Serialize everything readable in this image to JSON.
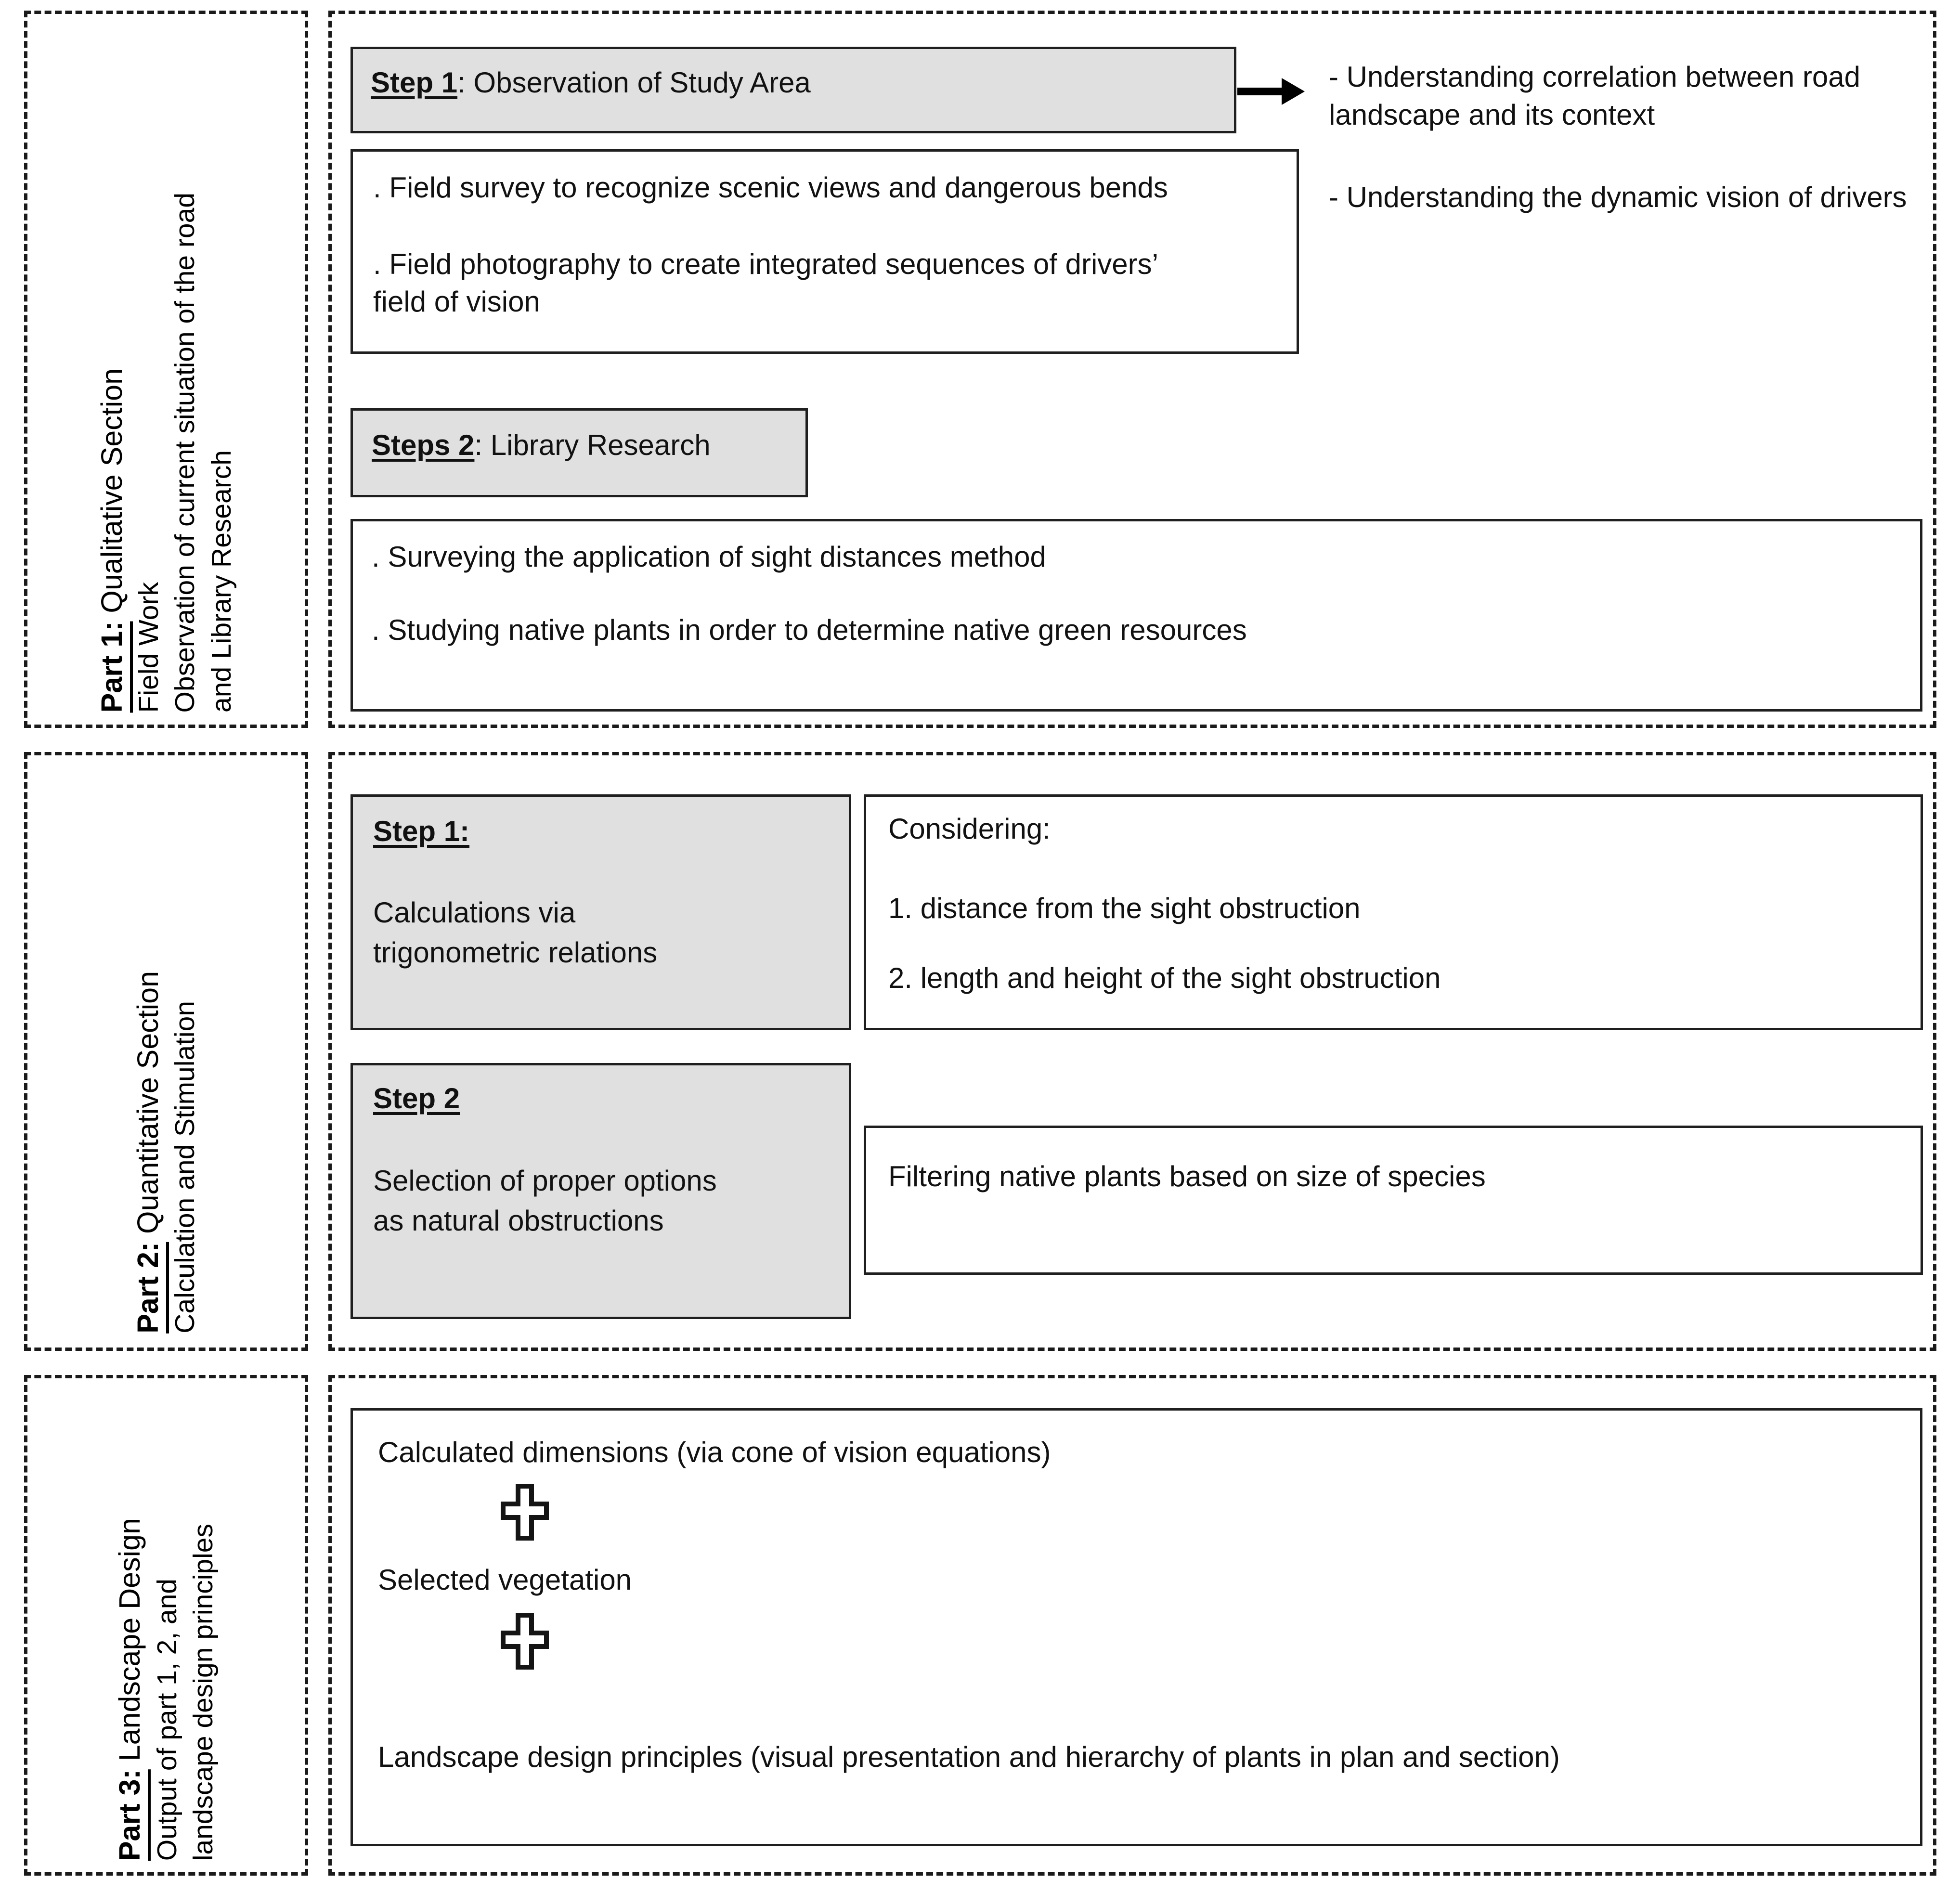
{
  "diagram": {
    "title_present": false,
    "parts": [
      {
        "id": "part-1",
        "label_main_bold": "Part 1:",
        "label_main_rest": " Qualitative Section",
        "label_sub_line1": "Field Work",
        "label_sub_line2": "Observation of current situation of the road",
        "label_sub_line3": "and Library Research",
        "steps": [
          {
            "header_bold": "Step 1",
            "header_rest": ": Observation of Study Area",
            "body_lines": [
              ". Field survey to recognize scenic views and dangerous bends",
              ". Field photography to create integrated sequences of drivers’ field of vision"
            ]
          },
          {
            "header_bold": "Steps 2",
            "header_rest": ": Library Research",
            "body_lines": [
              ". Surveying the application of sight distances method",
              ". Studying native plants in order to determine native green resources"
            ]
          }
        ],
        "outcomes": [
          "- Understanding correlation between road landscape and its context",
          "- Understanding the dynamic vision of drivers"
        ],
        "arrow_icon": "right-arrow-icon"
      },
      {
        "id": "part-2",
        "label_main_bold": "Part 2:",
        "label_main_rest": " Quantitative Section",
        "label_sub_line1": "Calculation and Stimulation",
        "steps": [
          {
            "header_bold": "Step 1:",
            "header_rest": "",
            "body_text": "Calculations via\ntrigonometric relations",
            "side_box": {
              "intro": "Considering:",
              "items": [
                "1. distance from the sight obstruction",
                "2. length and height of the sight obstruction"
              ]
            }
          },
          {
            "header_bold": "Step 2",
            "header_rest": "",
            "body_text": "Selection of proper options\nas natural obstructions",
            "side_box": {
              "intro": "",
              "items": [
                "Filtering native plants based on size of species"
              ]
            }
          }
        ]
      },
      {
        "id": "part-3",
        "label_main_bold": "Part 3:",
        "label_main_rest": " Landscape Design",
        "label_sub_line1": "Output of part 1, 2, and",
        "label_sub_line2": "landscape design principles",
        "output_lines": [
          "Calculated dimensions (via cone of vision equations)",
          "Selected vegetation",
          "Landscape design principles (visual presentation and hierarchy of plants in plan and section)"
        ],
        "plus_icon": "plus-cross-icon"
      }
    ]
  },
  "colors": {
    "shaded_box_fill": "#e0e0e0",
    "box_border": "#1f1f1f",
    "dash_border": "#1a1a1a",
    "text": "#111111",
    "page_background": "#ffffff"
  }
}
